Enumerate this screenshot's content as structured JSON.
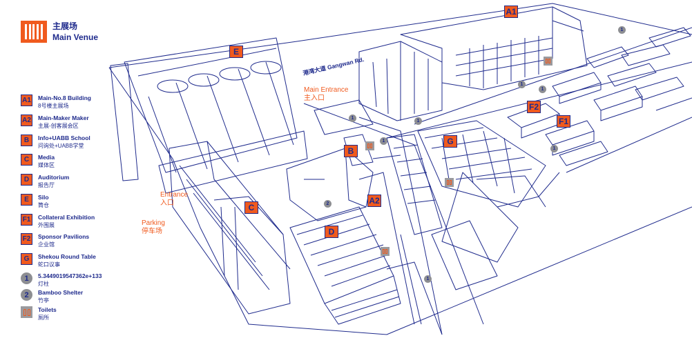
{
  "legend": {
    "venue": {
      "title_cn": "主展场",
      "title_en": "Main Venue"
    },
    "items": [
      {
        "key": "A1",
        "en": "Main-No.8 Building",
        "cn": "8号楼主展场"
      },
      {
        "key": "A2",
        "en": "Main-Maker Maker",
        "cn": "主展-创客展会区"
      },
      {
        "key": "B",
        "en": "Info+UABB School",
        "cn": "问询处+UABB学堂"
      },
      {
        "key": "C",
        "en": "Media",
        "cn": "媒体区"
      },
      {
        "key": "D",
        "en": "Auditorium",
        "cn": "报告厅"
      },
      {
        "key": "E",
        "en": "Silo",
        "cn": "筒仓"
      },
      {
        "key": "F1",
        "en": "Collateral Exhibition",
        "cn": "外围展"
      },
      {
        "key": "F2",
        "en": "Sponsor Pavilions",
        "cn": "企业馆"
      },
      {
        "key": "G",
        "en": "Shekou Round Table",
        "cn": "蛇口议事"
      },
      {
        "key": "1",
        "en": "5.3449019547362e+133",
        "cn": "灯柱"
      },
      {
        "key": "2",
        "en": "Bamboo Shelter",
        "cn": "竹亭"
      },
      {
        "key": "toilet",
        "en": "Toilets",
        "cn": "厕所"
      }
    ]
  },
  "map": {
    "road": "港湾大道 Gangwan Rd.",
    "main_entrance_en": "Main Entrance",
    "main_entrance_cn": "主入口",
    "entrance_en": "Entrance",
    "entrance_cn": "入口",
    "parking_en": "Parking",
    "parking_cn": "停车场",
    "zones": {
      "A1": "A1",
      "A2": "A2",
      "B": "B",
      "C": "C",
      "D": "D",
      "E": "E",
      "F1": "F1",
      "F2": "F2",
      "G": "G"
    },
    "pins": {
      "one": "1",
      "two": "2"
    }
  },
  "colors": {
    "accent": "#f05a1e",
    "line": "#1e2a8c",
    "marker": "#8d8e92"
  }
}
